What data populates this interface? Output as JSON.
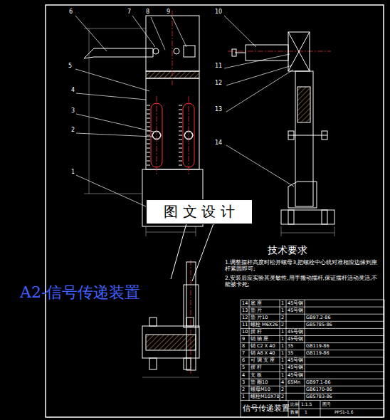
{
  "diagram": {
    "title": "A2-信号传递装置",
    "nodes": [
      {
        "text": [
          "图 文 设 计"
        ]
      }
    ],
    "labels": [
      "6",
      "7",
      "8",
      "9",
      "5",
      "4",
      "3",
      "2",
      "1",
      "10",
      "11",
      "12",
      "13",
      "14",
      "技术要求",
      "1.调整摆杆高度时松开螺母3,把螺栓中心线对准相应边缘到座杆紧固即可;",
      "2.安装后应实验其灵敏性,用手搬动摆杆,保证摆杆活动灵活,不能被卡死;",
      "14",
      "底 座",
      "1",
      "45号钢",
      "13",
      "垫 片",
      "1",
      "45号钢",
      "12",
      "垫 片10",
      "2",
      "GB97.2-86",
      "11",
      "螺栓 M6X26",
      "2",
      "GB5785-86",
      "10",
      "摆 杆",
      "1",
      "45号钢",
      "9",
      "销 轴 座",
      "1",
      "45号钢",
      "8",
      "销 C2 X 40",
      "1",
      "35",
      "GB119-86",
      "7",
      "销 A8 X 40",
      "1",
      "35",
      "GB119-86",
      "6",
      "可 调 支 座",
      "1",
      "45号钢",
      "5",
      "摆 杆",
      "1",
      "45号钢",
      "4",
      "支 板",
      "1",
      "45号钢",
      "3",
      "垫 圈10",
      "4",
      "65Mn",
      "GB97.1-86",
      "2",
      "螺母M10",
      "2",
      "GB6170-86",
      "1",
      "螺栓M10X70",
      "2",
      "GB5783-86",
      "信号传递装置",
      "比例",
      "1:1.5",
      "数量",
      "1",
      "图号",
      "PPS1-1.6"
    ]
  }
}
